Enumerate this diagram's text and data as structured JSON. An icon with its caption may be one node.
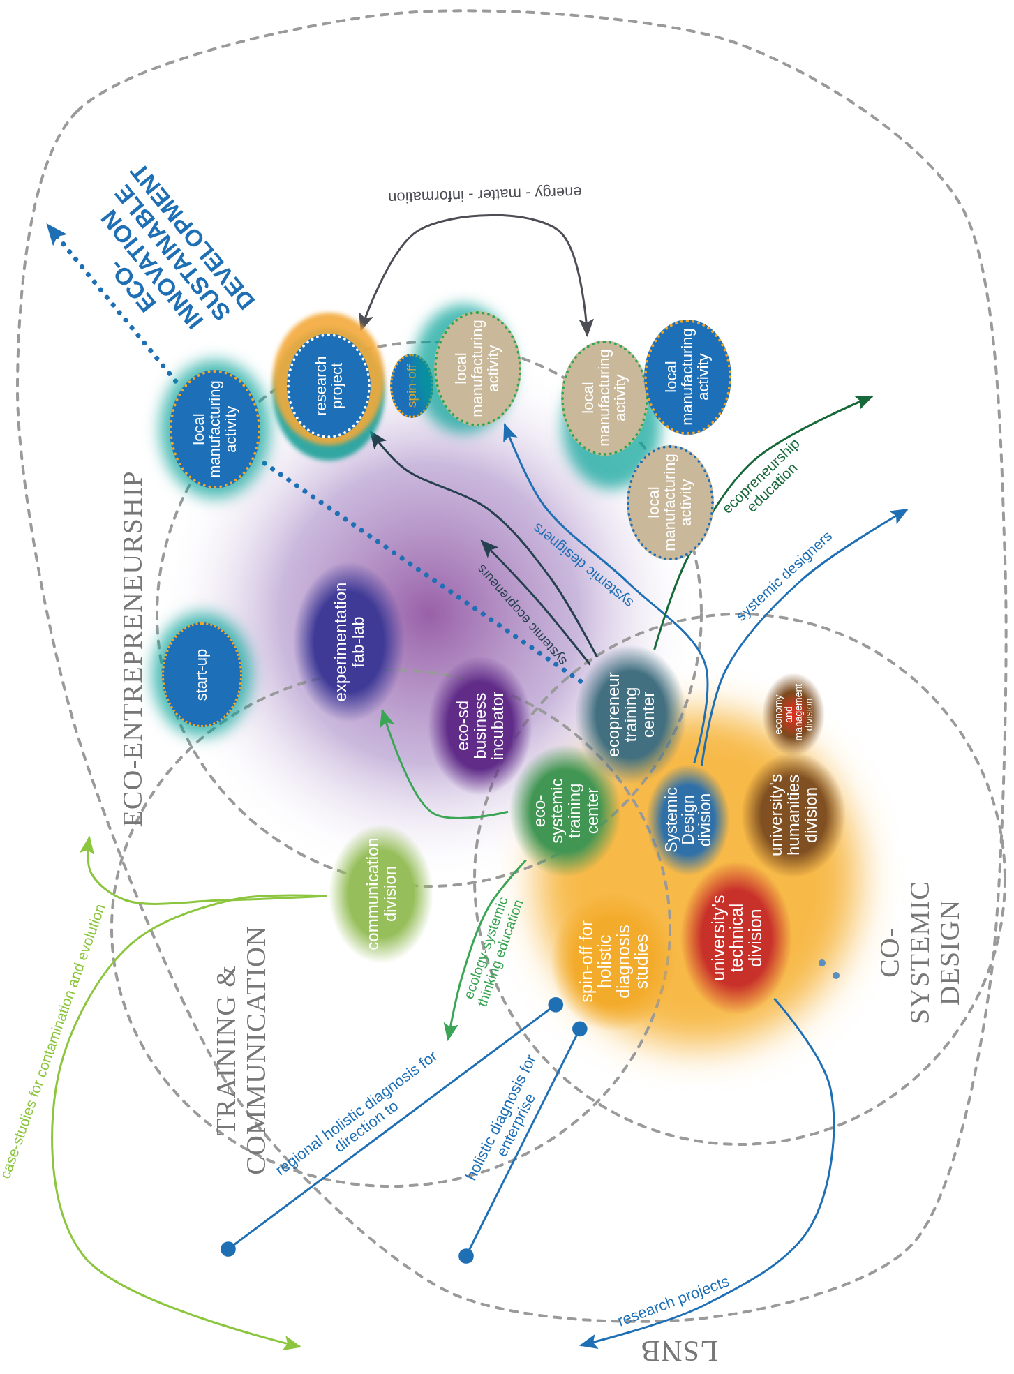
{
  "diagram": {
    "nodes": [
      {
        "text": [
          "LSNB"
        ]
      },
      {
        "text": [
          "ECO-ENTREPRENEURSHIP"
        ],
        "in": 0
      },
      {
        "text": [
          "TRAINING & COMMUNICATION"
        ],
        "in": 0
      },
      {
        "text": [
          "CO- SYSTEMIC DESIGN"
        ],
        "in": 0
      },
      {
        "text": [
          "local manufacturing activity"
        ],
        "in": 0
      },
      {
        "text": [
          "research project"
        ],
        "in": 0
      },
      {
        "text": [
          "spin-off"
        ],
        "in": 1
      },
      {
        "text": [
          "local manufacturing activity"
        ],
        "in": 0
      },
      {
        "text": [
          "local manufacturing activity"
        ],
        "in": 0
      },
      {
        "text": [
          "local manufacturing activity"
        ],
        "in": 0
      },
      {
        "text": [
          "local manufacturing activity"
        ],
        "in": 0
      },
      {
        "text": [
          "experimentation fab-lab"
        ],
        "in": 1
      },
      {
        "text": [
          "start-up"
        ],
        "in": 1
      },
      {
        "text": [
          "eco-sd business incubator"
        ],
        "in": 1
      },
      {
        "text": [
          "ecopreneur training center"
        ]
      },
      {
        "text": [
          "eco-systemic training center"
        ]
      },
      {
        "text": [
          "communication division"
        ],
        "in": 2
      },
      {
        "text": [
          "Systemic Design division"
        ],
        "in": 3
      },
      {
        "text": [
          "economy and management division"
        ],
        "in": 3
      },
      {
        "text": [
          "university's humanities division"
        ],
        "in": 3
      },
      {
        "text": [
          "spin-off for holistic diagnosis studies"
        ]
      },
      {
        "text": [
          "university's technical division"
        ],
        "in": 3
      }
    ],
    "edges": [
      {
        "from": 5,
        "to": 8,
        "arrow": "both",
        "label": "energy - matter - information",
        "color": "#4d4d55"
      },
      {
        "from": 14,
        "to": 4,
        "arrow": "none",
        "style": "dashed"
      },
      {
        "from": 4,
        "to": null,
        "arrow": "to",
        "style": "dashed",
        "label": "ECO- INNOVATION SUSTAINABLE DEVELOPMENT"
      },
      {
        "from": 14,
        "to": 5,
        "arrow": "to",
        "color": "#26404f"
      },
      {
        "from": 14,
        "to": null,
        "arrow": "to",
        "label": "systemic ecopreneurs",
        "color": "#26404f"
      },
      {
        "from": 17,
        "to": 7,
        "arrow": "to",
        "label": "systemic designers"
      },
      {
        "from": 17,
        "to": null,
        "arrow": "to",
        "label": "systemic designers"
      },
      {
        "from": 14,
        "to": null,
        "arrow": "to",
        "label": "ecopreneurship education",
        "color": "#17693a"
      },
      {
        "from": 15,
        "to": 11,
        "arrow": "to",
        "color": "#3aa655"
      },
      {
        "from": 15,
        "to": null,
        "arrow": "to",
        "label": "ecology-systemic thinking education",
        "color": "#3aa655"
      },
      {
        "from": 16,
        "to": null,
        "arrow": "to",
        "color": "#8cc63f"
      },
      {
        "from": 16,
        "to": null,
        "arrow": "to",
        "label": "case-studies for contamination and evolution",
        "color": "#8cc63f"
      },
      {
        "from": 20,
        "to": null,
        "arrow": "other",
        "label": "regional holistic diagnosis for direction to"
      },
      {
        "from": 20,
        "to": null,
        "arrow": "other",
        "label": "holistic diagnosis for enterprise"
      },
      {
        "from": 21,
        "to": null,
        "arrow": "to",
        "label": "research projects"
      }
    ]
  }
}
